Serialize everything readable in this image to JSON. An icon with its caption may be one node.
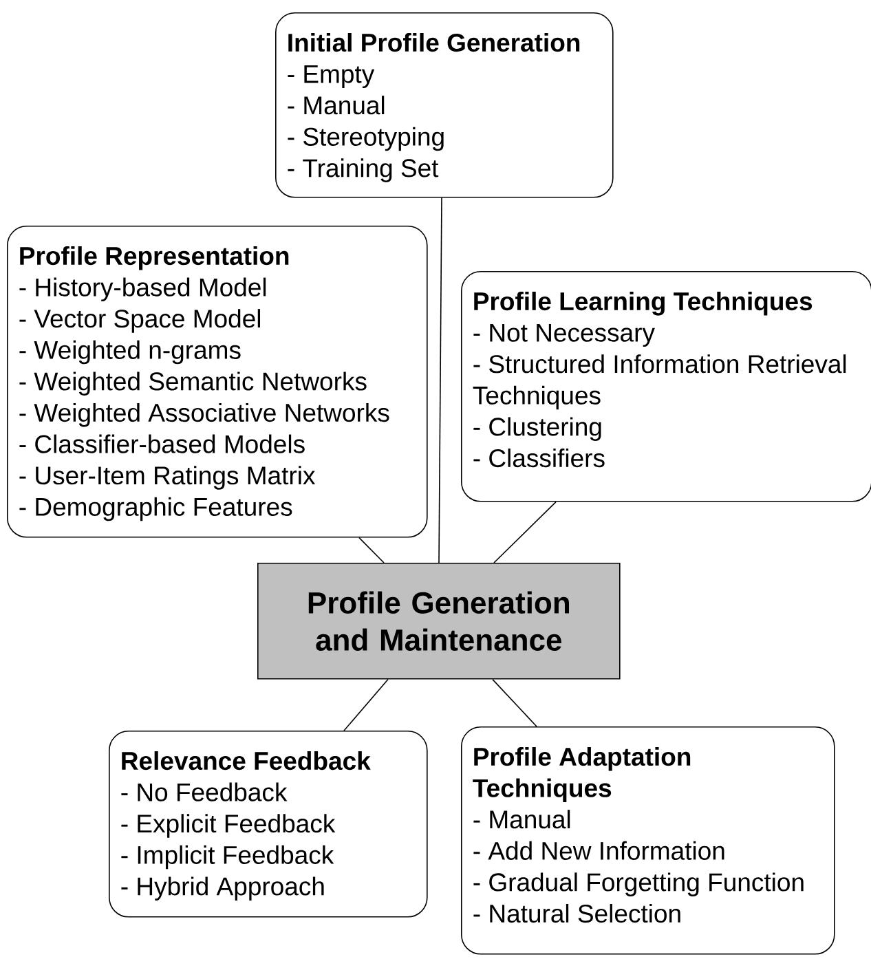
{
  "diagram": {
    "nodes": [
      {
        "text": [
          "Initial Profile Generation",
          "- Empty",
          "- Manual",
          "- Stereotyping",
          "- Training Set"
        ]
      },
      {
        "text": [
          "Profile Representation",
          "- History-based Model",
          "- Vector Space Model",
          "- Weighted n-grams",
          "- Weighted Semantic Networks",
          "- Weighted Associative Networks",
          "- Classifier-based Models",
          "- User-Item Ratings Matrix",
          "- Demographic Features"
        ]
      },
      {
        "text": [
          "Profile Learning Techniques",
          "- Not Necessary",
          "- Structured Information Retrieval Techniques",
          "- Clustering",
          "- Classifiers"
        ]
      },
      {
        "text": [
          "Profile Generation and Maintenance"
        ]
      },
      {
        "text": [
          "Relevance Feedback",
          "- No Feedback",
          "- Explicit Feedback",
          "- Implicit Feedback",
          "- Hybrid Approach"
        ]
      },
      {
        "text": [
          "Profile Adaptation Techniques",
          "- Manual",
          "- Add New Information",
          "- Gradual Forgetting Function",
          "- Natural Selection"
        ]
      }
    ],
    "edges": [
      {
        "from": 3,
        "to": 0,
        "arrow": "none"
      },
      {
        "from": 3,
        "to": 1,
        "arrow": "none"
      },
      {
        "from": 3,
        "to": 2,
        "arrow": "none"
      },
      {
        "from": 3,
        "to": 4,
        "arrow": "none"
      },
      {
        "from": 3,
        "to": 5,
        "arrow": "none"
      }
    ]
  }
}
